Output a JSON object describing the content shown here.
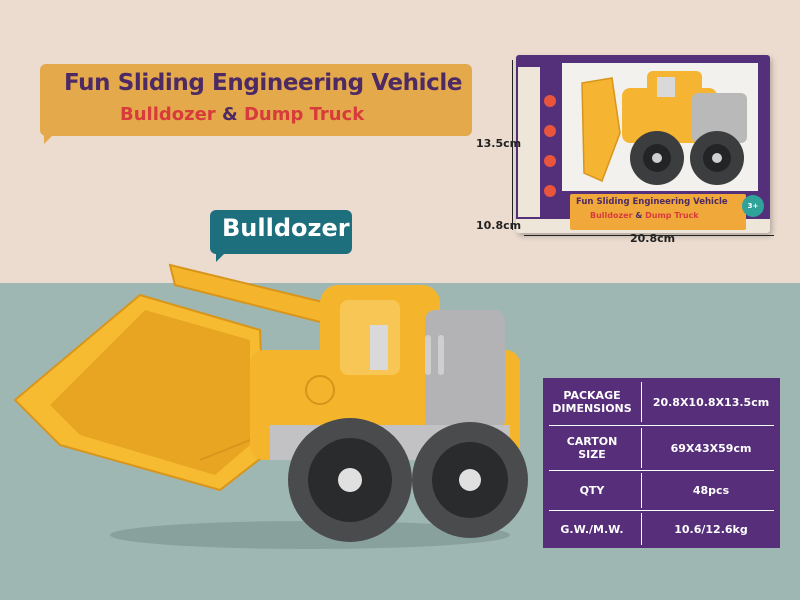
{
  "title": "Fun Sliding Engineering Vehicle",
  "subtitle": {
    "part1": "Bulldozer",
    "amp": "&",
    "part2": "Dump Truck"
  },
  "label": "Bulldozer",
  "box": {
    "title": "Fun Sliding Engineering Vehicle",
    "sub1": "Bulldozer",
    "amp": "&",
    "sub2": "Dump Truck",
    "age": "3+"
  },
  "dimensions": {
    "height": "13.5cm",
    "depth": "10.8cm",
    "width": "20.8cm"
  },
  "specs": [
    {
      "label": "PACKAGE DIMENSIONS",
      "value": "20.8X10.8X13.5cm"
    },
    {
      "label": "CARTON SIZE",
      "value": "69X43X59cm"
    },
    {
      "label": "QTY",
      "value": "48pcs"
    },
    {
      "label": "G.W./M.W.",
      "value": "10.6/12.6kg"
    }
  ],
  "colors": {
    "brand_purple": "#562e7a",
    "accent_orange": "#e3a94a",
    "teal": "#1d6f7e",
    "toy_yellow": "#f4b52c"
  }
}
